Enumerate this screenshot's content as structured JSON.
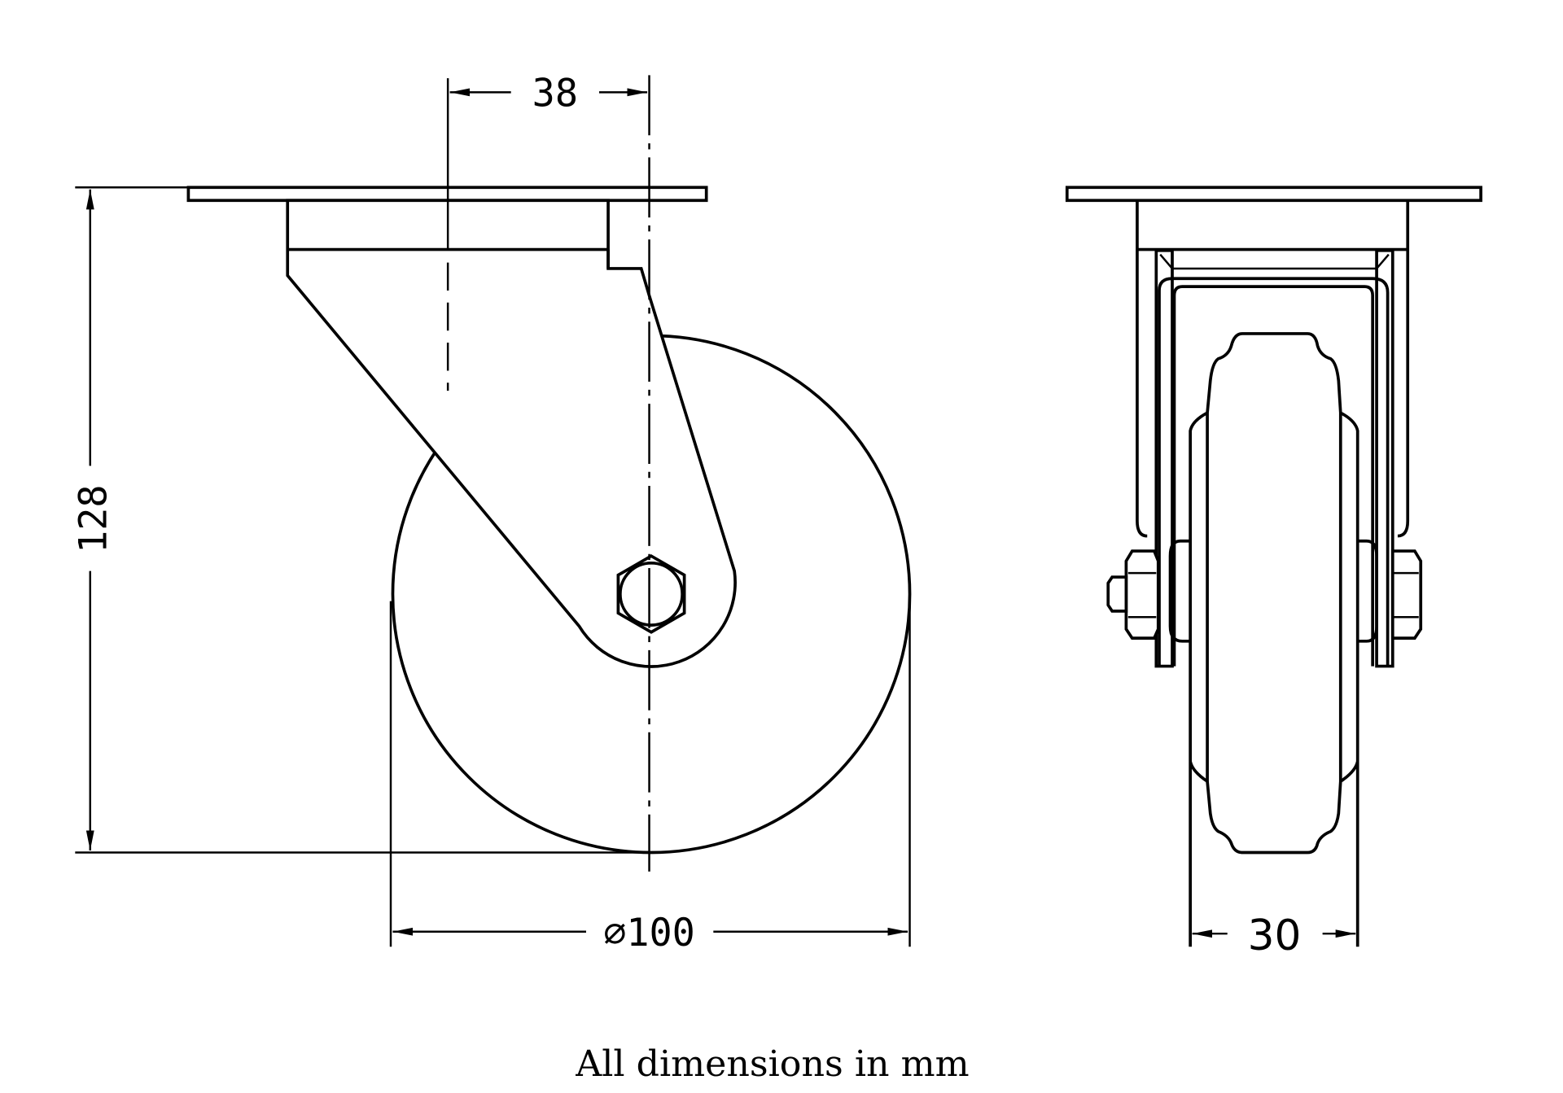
{
  "title": "Swivel castor dimension drawing",
  "dimensions": {
    "offset": "38",
    "height": "128",
    "wheel_diameter": "⌀100",
    "wheel_width": "30"
  },
  "caption": "All dimensions in mm",
  "colors": {
    "line": "#000000",
    "background": "#ffffff"
  }
}
